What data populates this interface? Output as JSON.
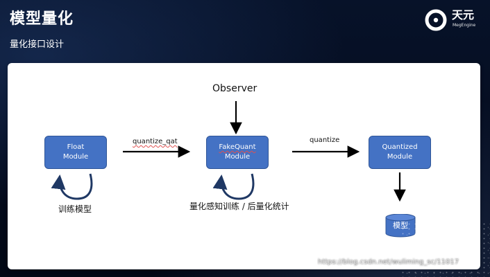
{
  "header": {
    "title": "模型量化",
    "subtitle": "量化接口设计"
  },
  "logo": {
    "text": "天元",
    "subtext": "MegEngine"
  },
  "diagram": {
    "nodes": {
      "float_module": [
        "Float",
        "Module"
      ],
      "fakequant_module": [
        "FakeQuant",
        "Module"
      ],
      "quantized_module": [
        "Quantized",
        "Module"
      ]
    },
    "labels": {
      "observer": "Observer",
      "quantize_qat": "quantize_qat",
      "quantize": "quantize",
      "train_model": "训练模型",
      "qat_stats": "量化感知训练 / 后量化统计",
      "model_db": "模型"
    }
  },
  "colors": {
    "node_fill": "#4472c4",
    "node_border": "#2f5597",
    "panel_bg": "#ffffff",
    "page_bg": "#071229",
    "arrow": "#000000",
    "spellcheck_underline": "#e05050"
  },
  "watermark": "https://blog.csdn.net/wuliming_sc/11017"
}
